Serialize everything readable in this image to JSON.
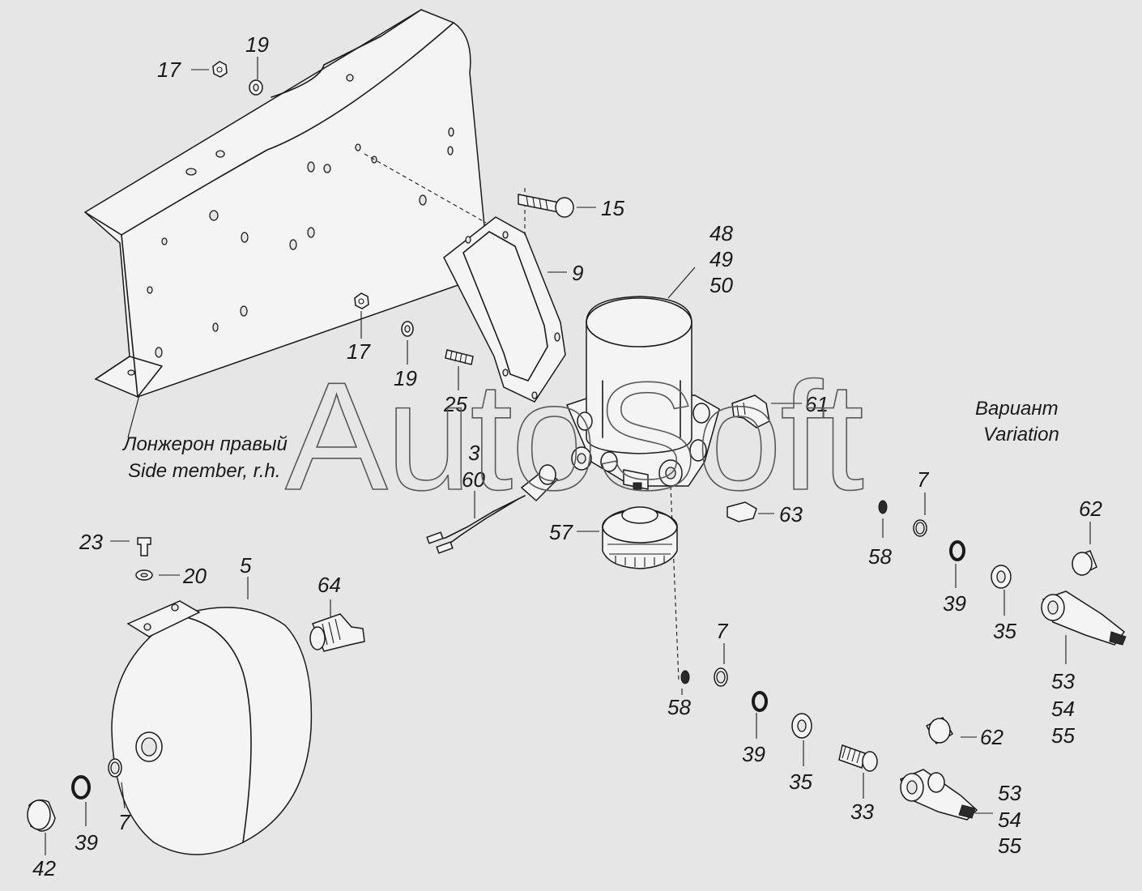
{
  "watermark": "AutoSoft",
  "captions": {
    "side_member_ru": "Лонжерон правый",
    "side_member_en": "Side member, r.h.",
    "variant_ru": "Вариант",
    "variant_en": "Variation"
  },
  "labels": {
    "p17a": "17",
    "p19a": "19",
    "p15": "15",
    "p9": "9",
    "p48": "48",
    "p49": "49",
    "p50": "50",
    "p17b": "17",
    "p19b": "19",
    "p25": "25",
    "p61": "61",
    "p3": "3",
    "p60": "60",
    "p57": "57",
    "p63": "63",
    "p7a": "7",
    "p58a": "58",
    "p39a": "39",
    "p35a": "35",
    "p62a": "62",
    "p53a": "53",
    "p54a": "54",
    "p55a": "55",
    "p23": "23",
    "p20": "20",
    "p5": "5",
    "p64": "64",
    "p7b": "7",
    "p58b": "58",
    "p39b": "39",
    "p35b": "35",
    "p33": "33",
    "p62b": "62",
    "p53b": "53",
    "p54b": "54",
    "p55b": "55",
    "p42": "42",
    "p39c": "39",
    "p7c": "7"
  },
  "colors": {
    "background": "#e6e6e6",
    "line": "#1a1a1a"
  }
}
